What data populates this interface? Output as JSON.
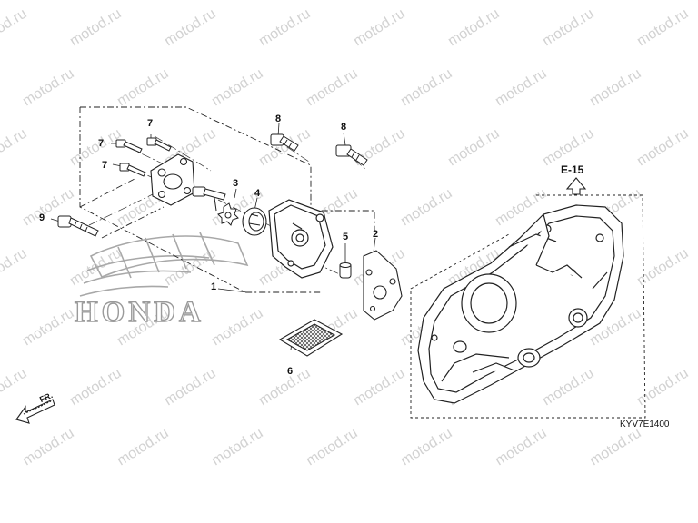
{
  "watermark": {
    "text": "motod.ru"
  },
  "brand": {
    "text": "HONDA"
  },
  "diagram": {
    "reference_label": "E-15",
    "direction_label": "FR.",
    "code": "KYV7E1400",
    "callouts": {
      "c1": "1",
      "c2": "2",
      "c3": "3",
      "c4": "4",
      "c5": "5",
      "c6": "6",
      "c7a": "7",
      "c7b": "7",
      "c7c": "7",
      "c8a": "8",
      "c8b": "8",
      "c9": "9"
    }
  }
}
